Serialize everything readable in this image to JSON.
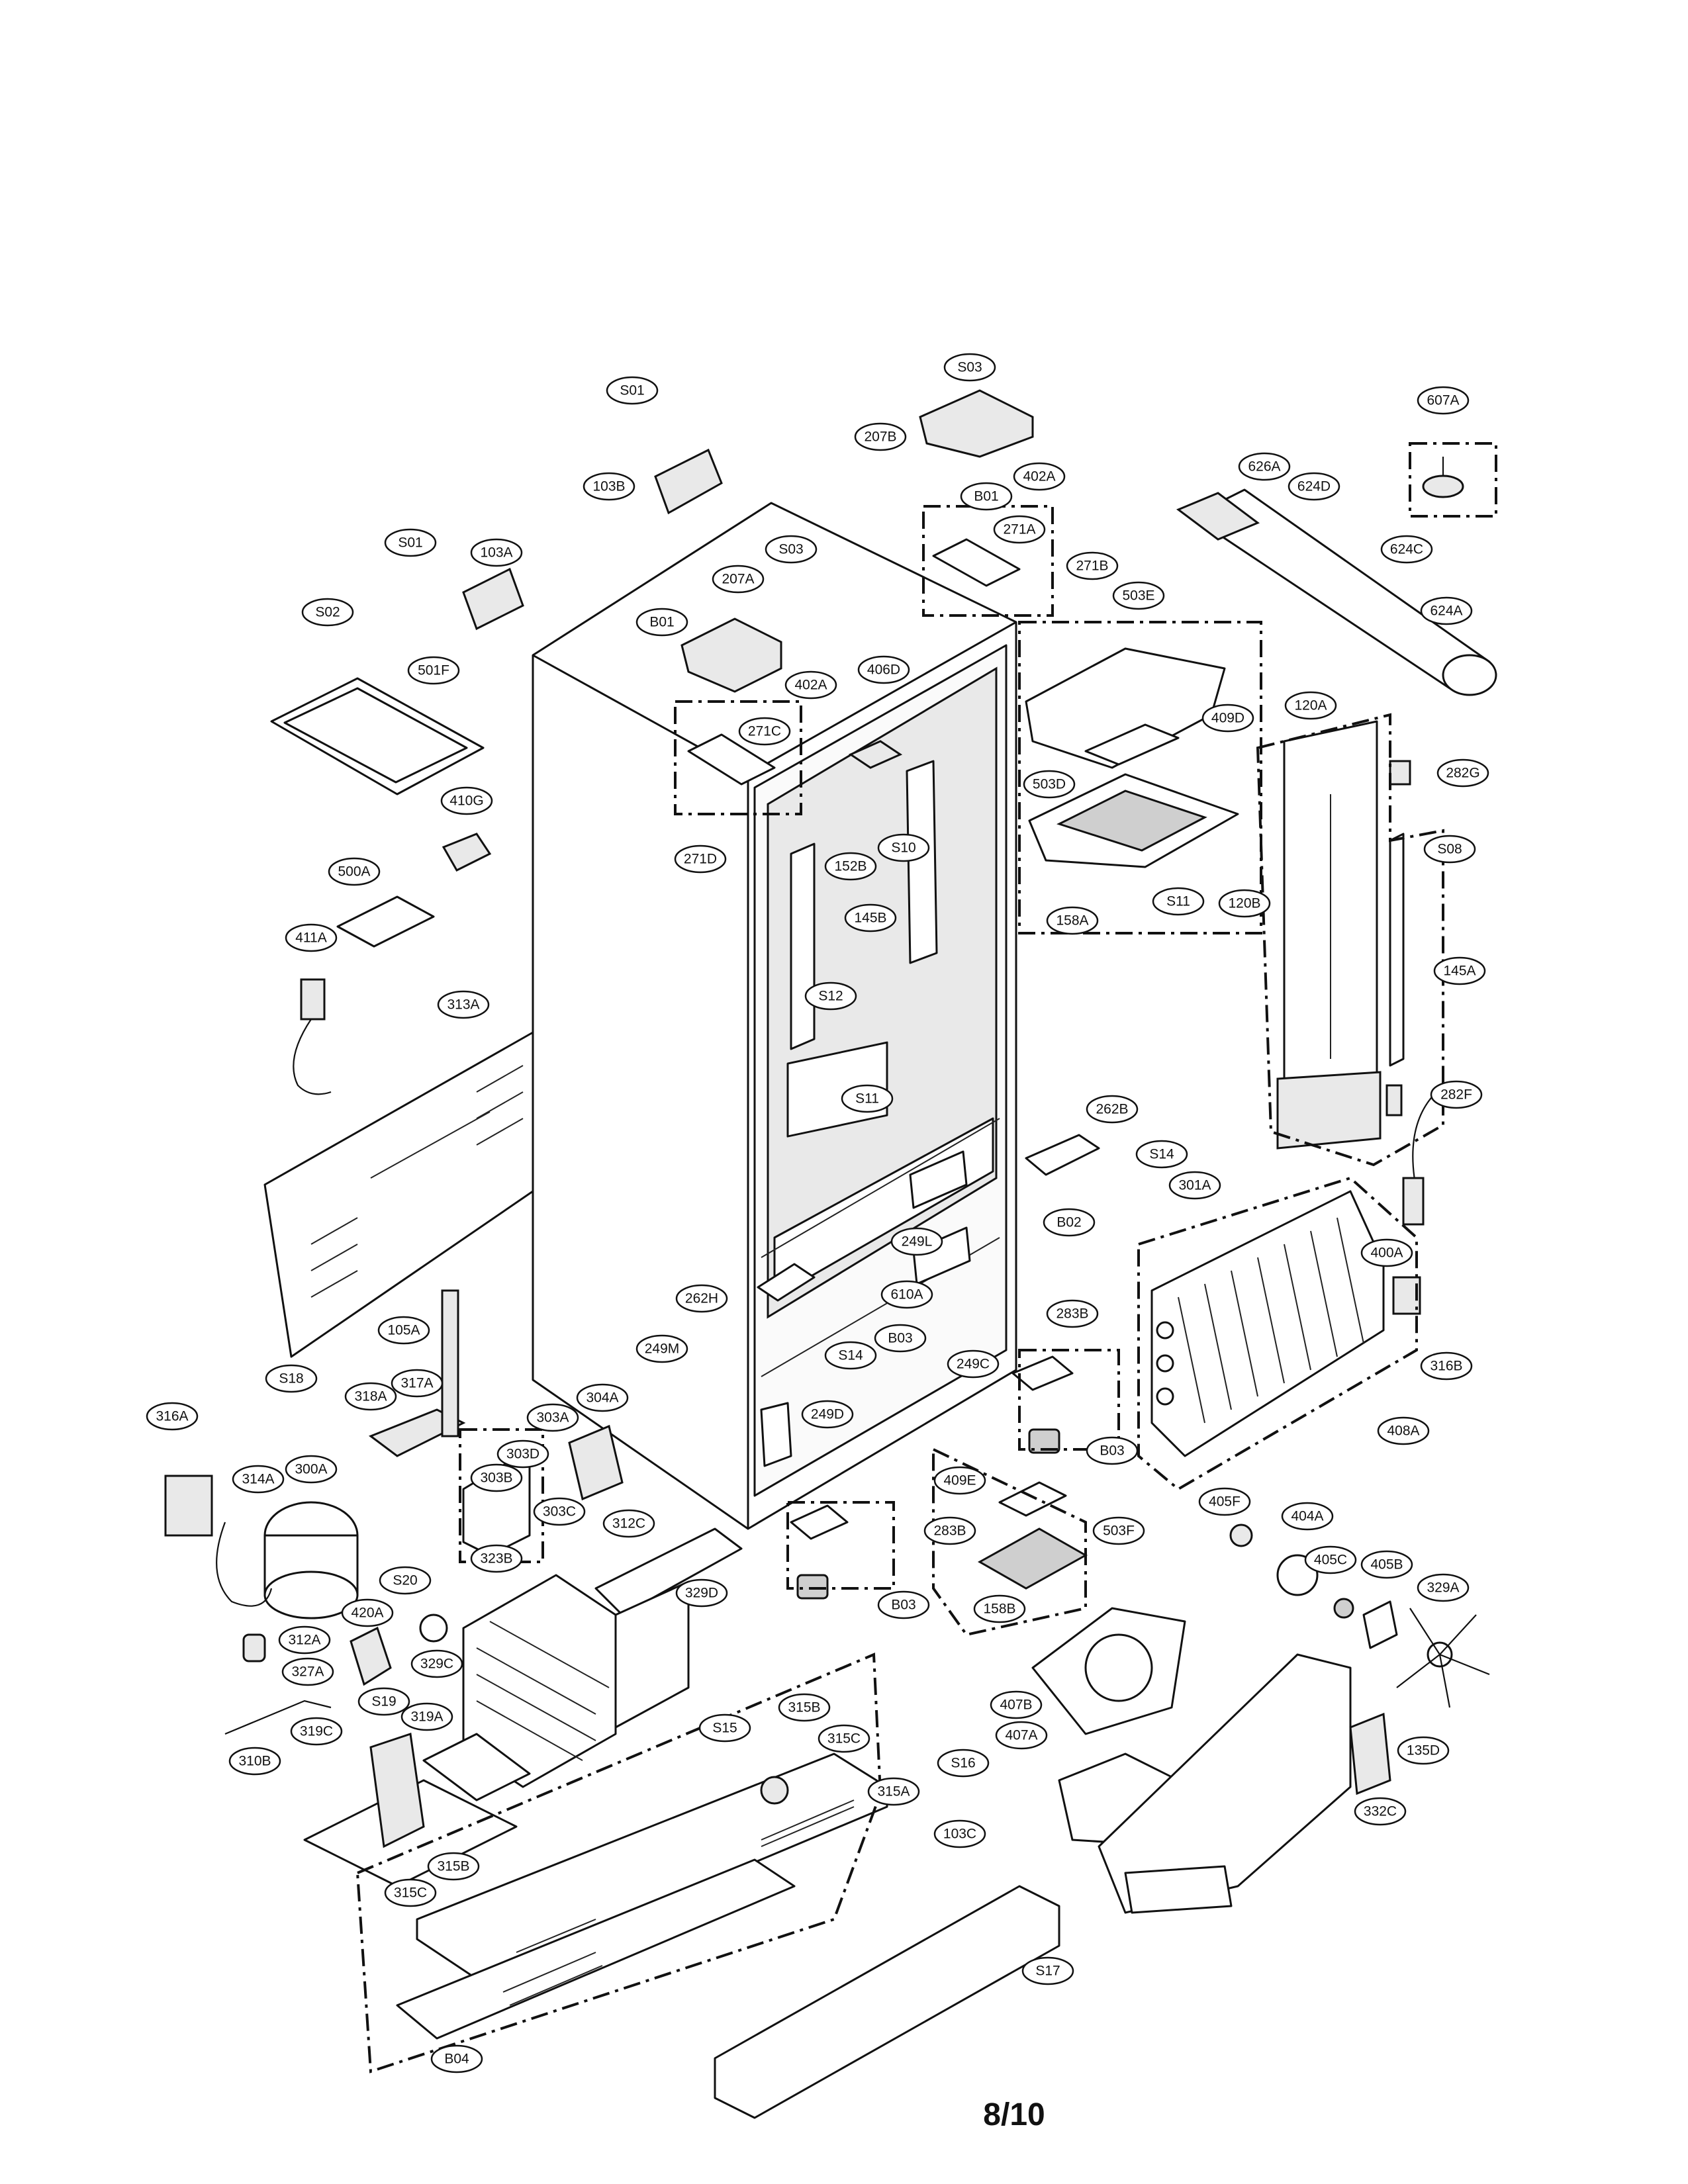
{
  "diagram": {
    "page_number": "8/10",
    "callouts": [
      "S01",
      "103B",
      "S03",
      "207B",
      "402A",
      "B01",
      "271A",
      "271B",
      "607A",
      "626A",
      "624D",
      "624C",
      "624A",
      "S01",
      "103A",
      "S03",
      "207A",
      "B01",
      "402A",
      "S02",
      "501F",
      "406D",
      "503E",
      "409D",
      "271C",
      "120A",
      "410G",
      "271D",
      "152B",
      "S10",
      "503D",
      "282G",
      "S08",
      "500A",
      "145B",
      "158A",
      "S11",
      "120B",
      "145A",
      "411A",
      "S12",
      "313A",
      "S11",
      "282F",
      "262B",
      "S14",
      "B02",
      "301A",
      "400A",
      "249L",
      "262H",
      "610A",
      "249M",
      "S14",
      "B03",
      "249C",
      "283B",
      "105A",
      "S18",
      "318A",
      "317A",
      "316A",
      "303A",
      "304A",
      "303D",
      "249D",
      "B03",
      "316B",
      "408A",
      "300A",
      "314A",
      "303B",
      "303C",
      "312C",
      "283B",
      "409E",
      "503F",
      "405F",
      "404A",
      "323B",
      "S20",
      "420A",
      "329D",
      "B03",
      "158B",
      "405C",
      "405B",
      "329A",
      "312A",
      "329C",
      "327A",
      "S19",
      "319A",
      "S15",
      "315B",
      "315C",
      "407B",
      "407A",
      "319C",
      "310B",
      "S16",
      "315A",
      "135D",
      "103C",
      "332C",
      "315B",
      "315C",
      "S17",
      "B04"
    ]
  }
}
